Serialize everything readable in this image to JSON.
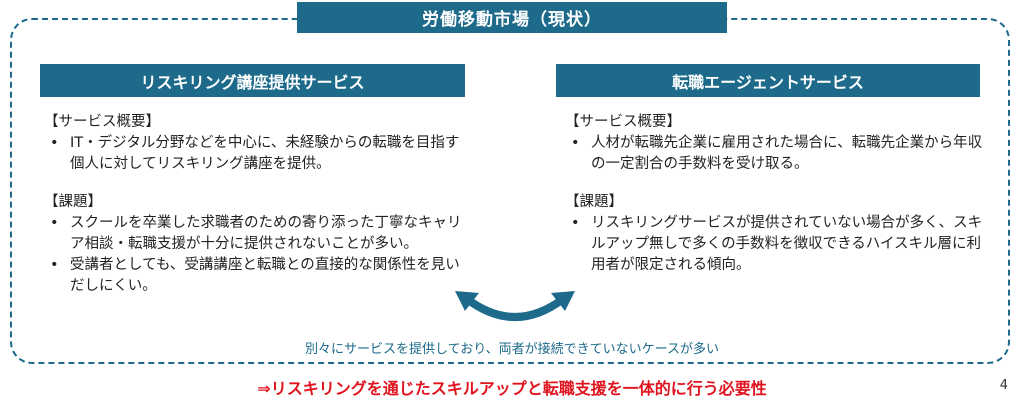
{
  "title": "労働移動市場（現状）",
  "left": {
    "header": "リスキリング講座提供サービス",
    "overview_label": "【サービス概要】",
    "overview_items": [
      "IT・デジタル分野などを中心に、未経験からの転職を目指す個人に対してリスキリング講座を提供。"
    ],
    "issues_label": "【課題】",
    "issues_items": [
      "スクールを卒業した求職者のための寄り添った丁寧なキャリア相談・転職支援が十分に提供されないことが多い。",
      "受講者としても、受講講座と転職との直接的な関係性を見いだしにくい。"
    ]
  },
  "right": {
    "header": "転職エージェントサービス",
    "overview_label": "【サービス概要】",
    "overview_items": [
      "人材が転職先企業に雇用された場合に、転職先企業から年収の一定割合の手数料を受け取る。"
    ],
    "issues_label": "【課題】",
    "issues_items": [
      "リスキリングサービスが提供されていない場合が多く、スキルアップ無しで多くの手数料を徴収できるハイスキル層に利用者が限定される傾向。"
    ]
  },
  "footnote": "別々にサービスを提供しており、両者が接続できていないケースが多い",
  "conclusion": "⇒リスキリングを通じたスキルアップと転職支援を一体的に行う必要性",
  "page_number": "4",
  "colors": {
    "header_bg": "#1d6a8b",
    "conclusion": "#e0141e"
  }
}
